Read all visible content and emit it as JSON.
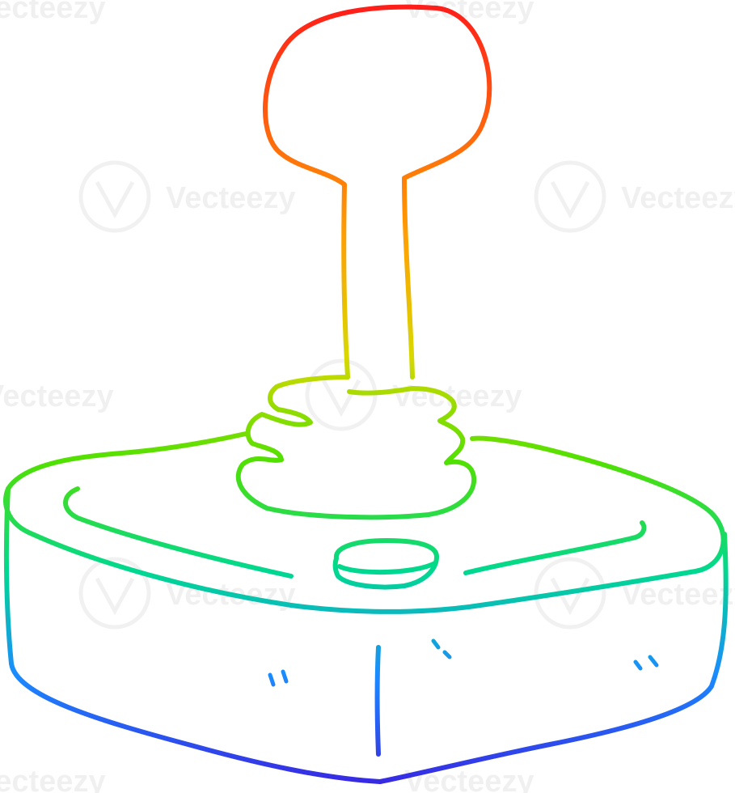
{
  "illustration": {
    "subject": "joystick",
    "style": "hand-drawn cartoon line art",
    "gradient_colors": [
      "#ff1a1a",
      "#ff8c00",
      "#ffd200",
      "#52e000",
      "#00d890",
      "#1a8cff",
      "#3a20e0"
    ],
    "background": "#ffffff"
  },
  "watermark": {
    "brand": "Vecteezy",
    "instances": [
      "Vecteezy",
      "Vecteezy",
      "Vecteezy",
      "Vecteezy",
      "Vecteezy",
      "Vecteezy",
      "Vecteezy",
      "Vecteezy",
      "Vecteezy",
      "Vecteezy"
    ]
  }
}
